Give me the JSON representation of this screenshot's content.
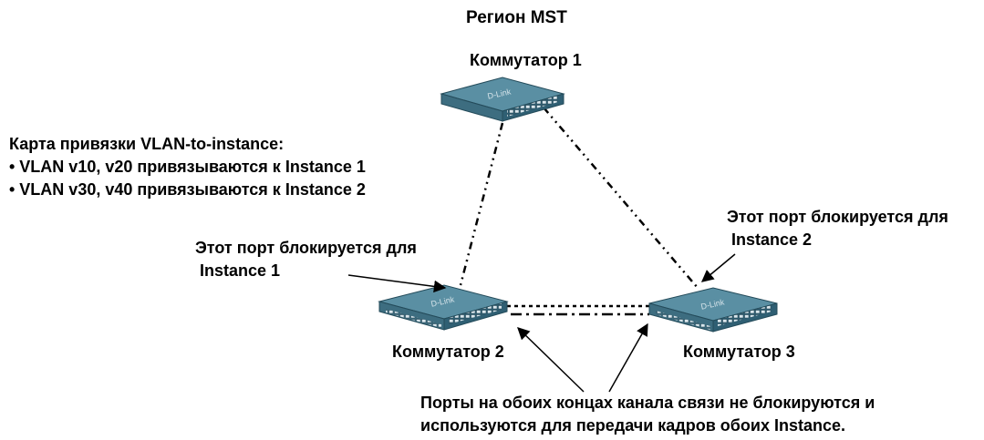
{
  "title": "Регион MST",
  "switches": [
    {
      "label": "Коммутатор 1",
      "brand": "D-Link"
    },
    {
      "label": "Коммутатор 2",
      "brand": "D-Link"
    },
    {
      "label": "Коммутатор 3",
      "brand": "D-Link"
    }
  ],
  "mapping": {
    "heading": "Карта привязки VLAN-to-instance:",
    "lines": [
      "• VLAN v10, v20 привязываются к Instance 1",
      "• VLAN v30, v40 привязываются к Instance 2"
    ]
  },
  "blocked_instance1": [
    "Этот порт блокируется для",
    " Instance 1"
  ],
  "blocked_instance2": [
    "Этот порт блокируется для",
    " Instance 2"
  ],
  "not_blocked": [
    "Порты на обоих концах канала связи не блокируются и",
    "используются для передачи кадров обоих Instance."
  ],
  "colors": {
    "switch_top": "#5a8fa3",
    "switch_front": "#2f5f73",
    "switch_ports": "#d9e6ec",
    "line": "#000000"
  }
}
